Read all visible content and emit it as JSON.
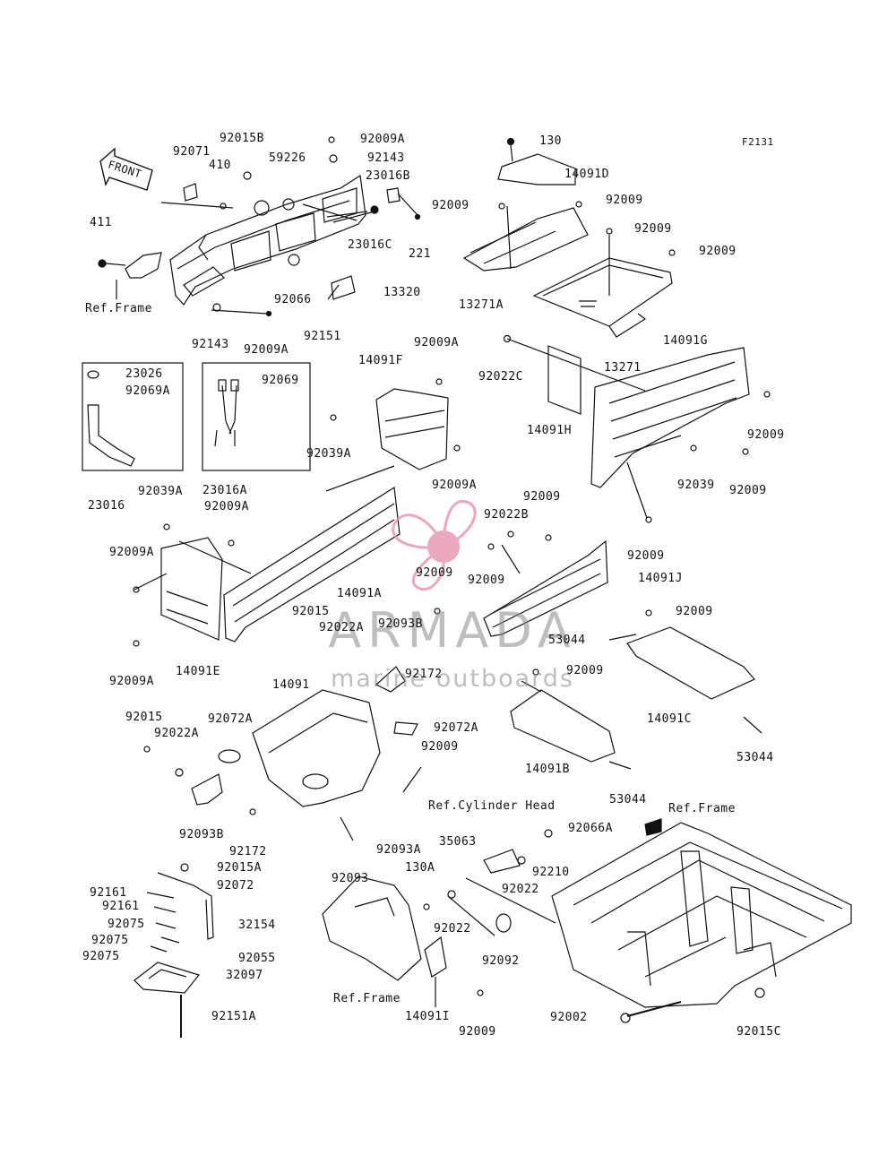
{
  "figure_code": "F2131",
  "front_arrow_text": "FRONT",
  "watermark": {
    "name": "ARMADA",
    "tagline": "marine outboards",
    "logo": "propeller-logo"
  },
  "callouts": {
    "c_92071": "92071",
    "c_92015B": "92015B",
    "c_410": "410",
    "c_59226": "59226",
    "c_92009A_1": "92009A",
    "c_92143_1": "92143",
    "c_23016B": "23016B",
    "c_221": "221",
    "c_23016C": "23016C",
    "c_411": "411",
    "c_ref_frame_1": "Ref.Frame",
    "c_92066": "92066",
    "c_13320": "13320",
    "c_92151": "92151",
    "c_92143_2": "92143",
    "c_92009A_2": "92009A",
    "c_130": "130",
    "c_14091D": "14091D",
    "c_92009_1": "92009",
    "c_92009_2": "92009",
    "c_92009_3": "92009",
    "c_92009_4": "92009",
    "c_13271A": "13271A",
    "c_13271": "13271",
    "c_14091G": "14091G",
    "c_92022C": "92022C",
    "c_14091H": "14091H",
    "c_92009_5": "92009",
    "c_92039": "92039",
    "c_92009_6": "92009",
    "c_92009_7": "92009",
    "c_23026": "23026",
    "c_92069A": "92069A",
    "c_92069": "92069",
    "c_23016": "23016",
    "c_23016A": "23016A",
    "c_14091F": "14091F",
    "c_92009A_3": "92009A",
    "c_92039A_1": "92039A",
    "c_92009A_4": "92009A",
    "c_92039A_2": "92039A",
    "c_92009A_5": "92009A",
    "c_92009A_6": "92009A",
    "c_92009A_7": "92009A",
    "c_14091E": "14091E",
    "c_14091A": "14091A",
    "c_92009_8": "92009",
    "c_92022B": "92022B",
    "c_92009_9": "92009",
    "c_92009_10": "92009",
    "c_14091J": "14091J",
    "c_92015_1": "92015",
    "c_92022A_1": "92022A",
    "c_92093B_1": "92093B",
    "c_92172_1": "92172",
    "c_14091": "14091",
    "c_53044_1": "53044",
    "c_92009_11": "92009",
    "c_92009_12": "92009",
    "c_14091C": "14091C",
    "c_53044_2": "53044",
    "c_92072A_1": "92072A",
    "c_92072A_2": "92072A",
    "c_92015_2": "92015",
    "c_92022A_2": "92022A",
    "c_92009_13": "92009",
    "c_14091B": "14091B",
    "c_92093B_2": "92093B",
    "c_92172_2": "92172",
    "c_92093": "92093",
    "c_92093A": "92093A",
    "c_ref_cyl_head": "Ref.Cylinder Head",
    "c_53044_3": "53044",
    "c_ref_frame_2": "Ref.Frame",
    "c_92066A": "92066A",
    "c_35063": "35063",
    "c_130A": "130A",
    "c_92210": "92210",
    "c_92022_1": "92022",
    "c_92022_2": "92022",
    "c_92092": "92092",
    "c_92015A": "92015A",
    "c_92072": "92072",
    "c_92161_1": "92161",
    "c_92161_2": "92161",
    "c_32154": "32154",
    "c_92075_1": "92075",
    "c_92075_2": "92075",
    "c_92075_3": "92075",
    "c_92055": "92055",
    "c_32097": "32097",
    "c_92151A": "92151A",
    "c_ref_frame_3": "Ref.Frame",
    "c_14091I": "14091I",
    "c_92009_14": "92009",
    "c_92002": "92002",
    "c_92015C": "92015C"
  }
}
